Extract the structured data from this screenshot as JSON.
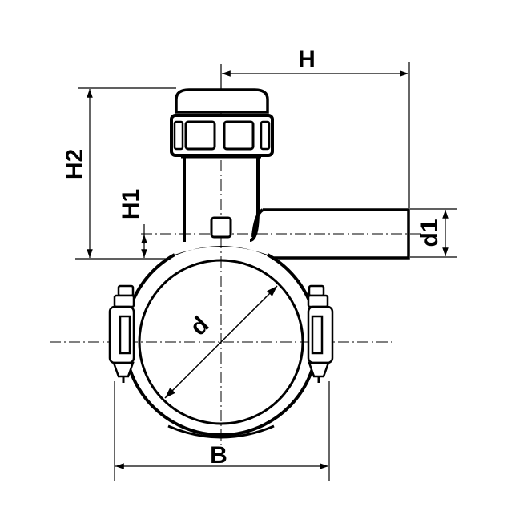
{
  "diagram": {
    "labels": {
      "H": "H",
      "H2": "H2",
      "H1": "H1",
      "d1": "d1",
      "d": "d",
      "B": "B"
    },
    "colors": {
      "line": "#000000",
      "background": "#ffffff"
    }
  }
}
